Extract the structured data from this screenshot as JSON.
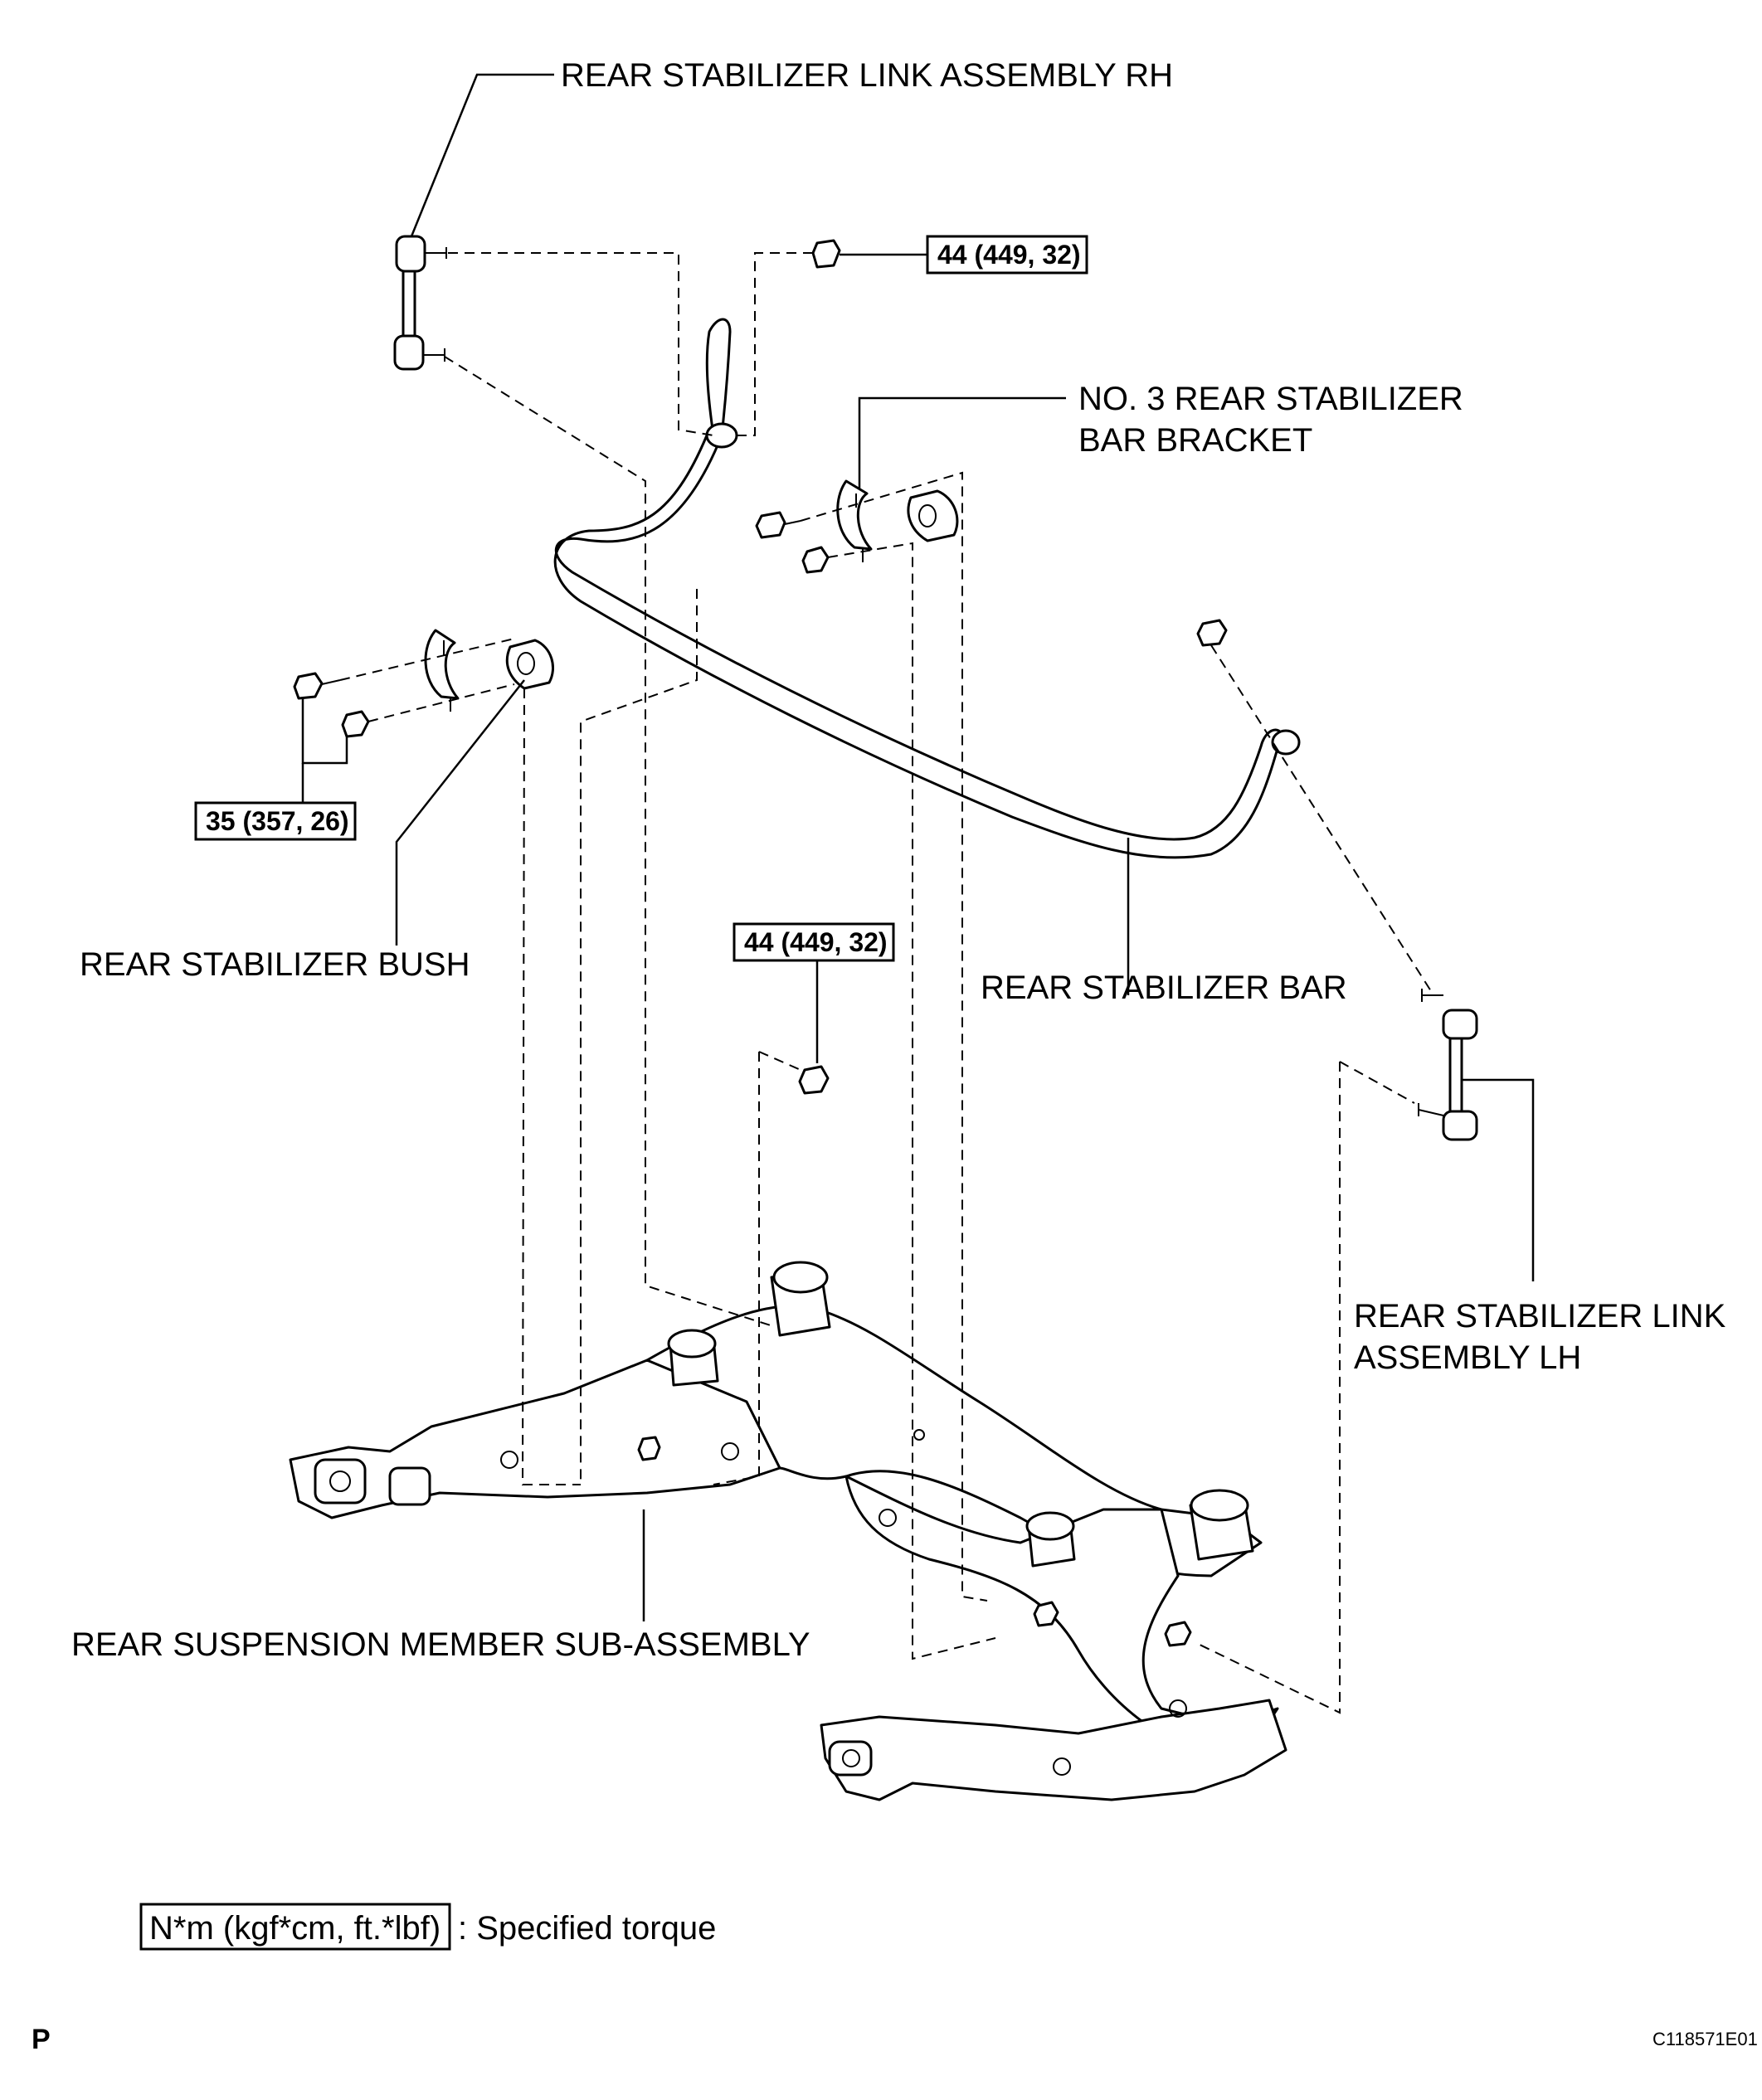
{
  "labels": {
    "link_rh": "REAR STABILIZER LINK ASSEMBLY RH",
    "bracket_line1": "NO. 3 REAR STABILIZER",
    "bracket_line2": "BAR BRACKET",
    "bush": "REAR STABILIZER BUSH",
    "bar": "REAR STABILIZER BAR",
    "link_lh_line1": "REAR STABILIZER LINK",
    "link_lh_line2": "ASSEMBLY LH",
    "member": "REAR SUSPENSION MEMBER SUB-ASSEMBLY"
  },
  "torques": {
    "top_nut": "44 (449, 32)",
    "bush_bolts": "35 (357, 26)",
    "center_nut": "44 (449, 32)"
  },
  "legend": {
    "box_text": "N*m (kgf*cm, ft.*lbf)",
    "description": ": Specified torque"
  },
  "footer": {
    "left_mark": "P",
    "figure_code": "C118571E01"
  }
}
